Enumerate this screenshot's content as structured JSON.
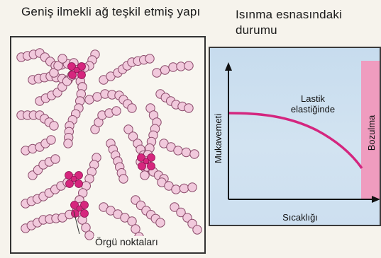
{
  "left": {
    "title": "Geniş ilmekli ağ teşkil etmiş yapı",
    "caption": "Örgü noktaları"
  },
  "right": {
    "title": "Isınma esnasındaki durumu",
    "ylabel": "Mukavemeti",
    "xlabel": "Sıcaklığı",
    "region_label": "Lastik elastiğinde",
    "decomposition_label": "Bozulma"
  },
  "colors": {
    "bead_fill": "#f1c9dc",
    "bead_stroke": "#8a4a6a",
    "crosslink": "#d6267e",
    "curve": "#d4267f",
    "decomposition_band": "#ef9cbf",
    "chart_background": "#cfe0f0"
  }
}
